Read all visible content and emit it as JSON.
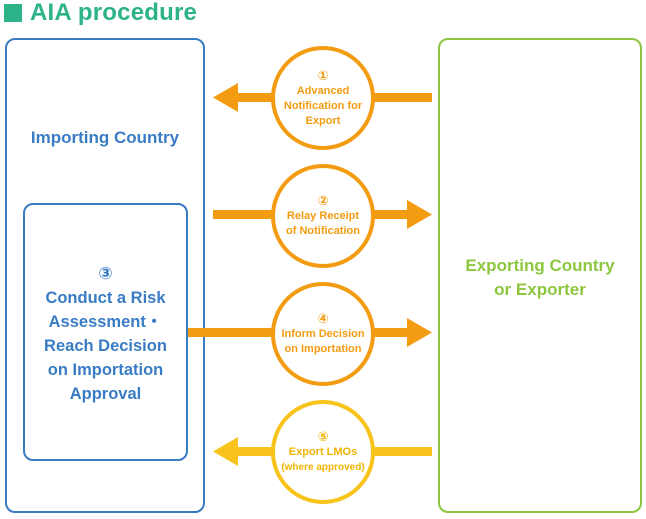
{
  "title": "AIA procedure",
  "importing_label": "Importing Country",
  "exporting_label": [
    "Exporting Country",
    "or Exporter"
  ],
  "risk_box": {
    "number": "③",
    "lines": [
      "Conduct a Risk",
      "Assessment・",
      "Reach Decision",
      "on Importation",
      "Approval"
    ]
  },
  "steps": [
    {
      "number": "①",
      "lines": [
        "Advanced",
        "Notification for",
        "Export"
      ],
      "direction": "left",
      "color": "#f39c12"
    },
    {
      "number": "②",
      "lines": [
        "Relay Receipt",
        "of Notification"
      ],
      "direction": "right",
      "color": "#f39c12"
    },
    {
      "number": "④",
      "lines": [
        "Inform Decision",
        "on Importation"
      ],
      "direction": "right",
      "color": "#f39c12"
    },
    {
      "number": "⑤",
      "lines": [
        "Export LMOs",
        "(where approved)"
      ],
      "direction": "left",
      "color": "#f8c31b"
    }
  ],
  "colors": {
    "title": "#2db38a",
    "importing": "#3a7cc4",
    "exporting": "#8dc63f",
    "orange": "#f39c12",
    "yellow": "#f8c31b"
  }
}
